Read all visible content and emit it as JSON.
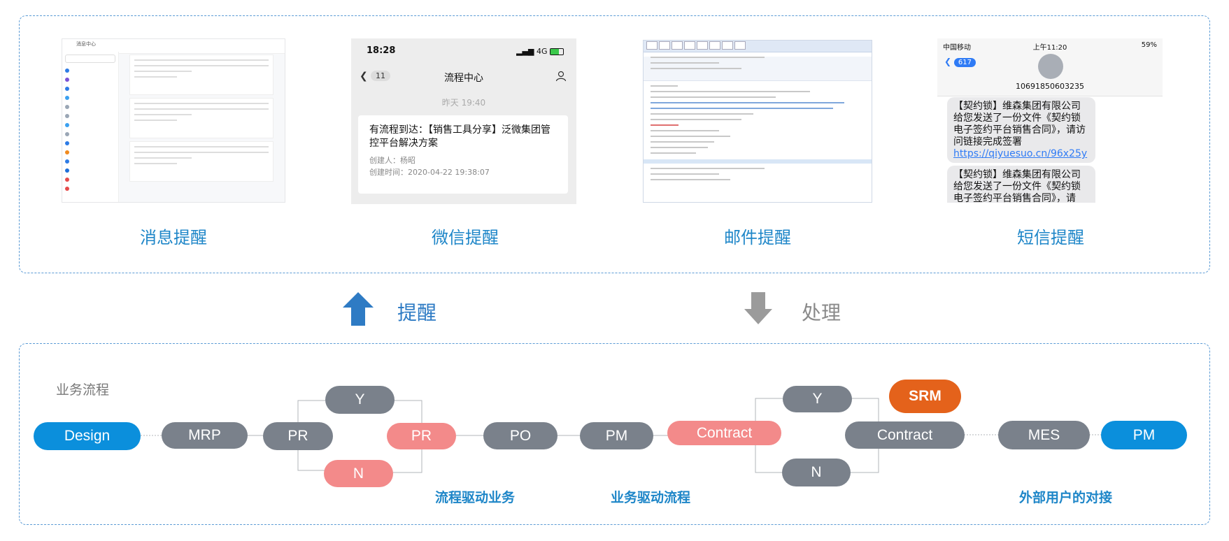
{
  "top": {
    "captions": [
      "消息提醒",
      "微信提醒",
      "邮件提醒",
      "短信提醒"
    ],
    "message_shot": {
      "title": "消息中心"
    },
    "wechat_shot": {
      "time": "18:28",
      "signal": "4G",
      "unread": "11",
      "title": "流程中心",
      "date": "昨天 19:40",
      "card_title": "有流程到达：【销售工具分享】泛微集团管控平台解决方案",
      "creator": "创建人：杨昭",
      "created": "创建时间：2020-04-22 19:38:07"
    },
    "sms_shot": {
      "carrier": "中国移动",
      "clock": "上午11:20",
      "battery": "59%",
      "back_count": "617",
      "number": "10691850603235",
      "bubble1_text": "【契约锁】维森集团有限公司给您发送了一份文件《契约锁电子签约平台销售合同》，请访问链接完成签署 ",
      "bubble1_link": "https://qiyuesuo.cn/96x25y",
      "bubble2_text": "【契约锁】维森集团有限公司给您发送了一份文件《契约锁电子签约平台销售合同》，请"
    }
  },
  "arrows": {
    "up_label": "提醒",
    "down_label": "处理"
  },
  "flow": {
    "title": "业务流程",
    "nodes": {
      "design": "Design",
      "mrp": "MRP",
      "pr1": "PR",
      "y1": "Y",
      "n1": "N",
      "pr2": "PR",
      "po": "PO",
      "pm1": "PM",
      "contract1": "Contract",
      "y2": "Y",
      "n2": "N",
      "srm": "SRM",
      "contract2": "Contract",
      "mes": "MES",
      "pm2": "PM"
    },
    "labels": {
      "process_driven": "流程驱动业务",
      "business_driven": "业务驱动流程",
      "external": "外部用户的对接"
    }
  },
  "colors": {
    "blue": "#0b8fdc",
    "gray": "#7a818b",
    "pink": "#f38a8a",
    "orange": "#e4621b",
    "caption": "#1e86c8"
  }
}
